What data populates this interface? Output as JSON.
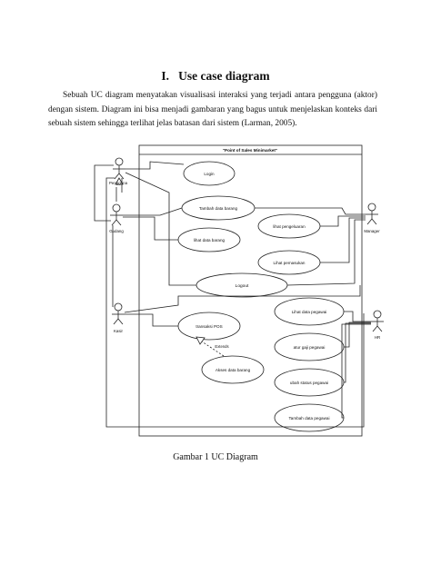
{
  "section": {
    "number": "I.",
    "title": "Use case diagram"
  },
  "paragraph": "Sebuah UC diagram menyatakan visualisasi interaksi yang terjadi antara pengguna (aktor) dengan sistem. Diagram ini bisa menjadi gambaran yang bagus untuk menjelaskan konteks dari sebuah sistem sehingga terlihat jelas batasan dari sistem (Larman, 2005).",
  "diagram": {
    "system_title": "\"Point of Sales Minimarket\"",
    "actors": {
      "pengguna": "Pengguna",
      "gudang": "Gudang",
      "kasir": "Kasir",
      "manager": "Manager",
      "hr": "HR"
    },
    "use_cases": {
      "login": "Login",
      "tambah_data_barang": "Tambah data barang",
      "lihat_data_barang": "lihat data barang",
      "lihat_pengeluaran": "lihat pengeluaran",
      "lihat_pemasukan": "Lihat pemasukan",
      "logout": "Logout",
      "transaksi_pos": "transaksi POS",
      "akses_data_barang": "Akses data barang",
      "lihat_data_pegawai": "Lihat data pegawai",
      "atur_gaji_pegawai": "atur gaji pegawai",
      "ubah_status_pegawai": "ubah status pegawai",
      "tambah_data_pegawai": "Tambah data pegawai"
    },
    "extend_label": "Extends"
  },
  "caption": "Gambar 1  UC Diagram"
}
